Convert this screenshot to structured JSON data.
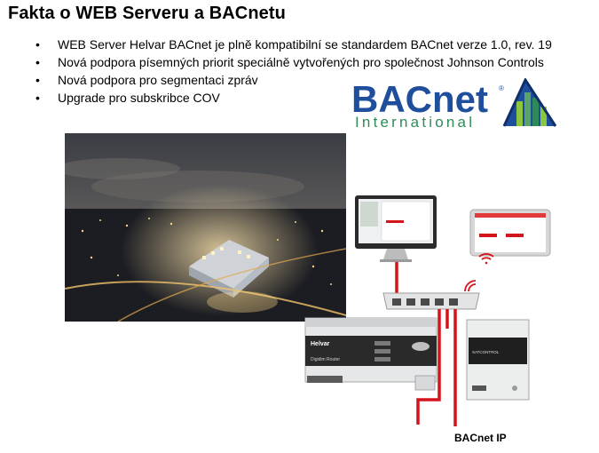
{
  "slide": {
    "title": "Fakta o WEB Serveru a BACnetu",
    "bullets": [
      "WEB Server Helvar BACnet je plně kompatibilní se standardem BACnet verze 1.0, rev. 19",
      "Nová podpora písemných priorit speciálně vytvořených pro společnost Johnson Controls",
      "Nová podpora pro segmentaci zpráv",
      "Upgrade pro subskribce COV"
    ],
    "logo": {
      "main": "BACnet",
      "sub": "International",
      "mark": "®"
    },
    "diagram": {
      "device_brand": "Helvar",
      "device_model": "Digidim Router",
      "server_text": "SATCONTROL",
      "caption": "BACnet IP"
    },
    "colors": {
      "logo_blue": "#1f4f9c",
      "logo_green": "#2e8b57",
      "cable_red": "#d4141b",
      "night_sky": "#25272d"
    }
  }
}
